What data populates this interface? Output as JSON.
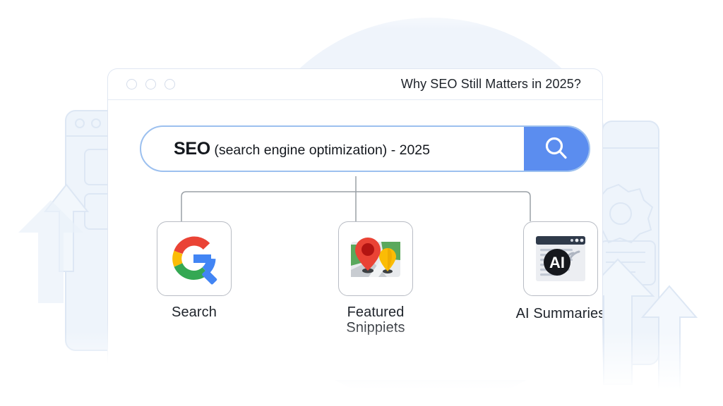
{
  "window": {
    "title": "Why SEO Still Matters in 2025?",
    "traffic_lights": [
      "window-dot-1",
      "window-dot-2",
      "window-dot-3"
    ]
  },
  "search": {
    "keyword": "SEO",
    "qualifier": "(search engine optimization) - 2025",
    "full_value": "SEO (search engine optimization) - 2025",
    "placeholder": "Search",
    "button_icon": "search-icon",
    "button_color": "#5b8def",
    "border_color": "#9cc0ef"
  },
  "nodes": [
    {
      "id": "search",
      "label": "Search",
      "icon": "google-g-icon"
    },
    {
      "id": "snippets",
      "label": "Featured\nSnippiets",
      "label_line1": "Featured",
      "label_line2": "Snippiets",
      "icon": "map-pins-icon"
    },
    {
      "id": "ai",
      "label": "AI Summaries",
      "icon": "ai-summary-icon"
    }
  ],
  "ai_icon": {
    "badge_text": "AI"
  },
  "colors": {
    "google_red": "#ea4335",
    "google_yellow": "#fbbc05",
    "google_green": "#34a853",
    "google_blue": "#4285f4",
    "accent_blue": "#5b8def",
    "frame_border": "#dfe6f2",
    "card_border": "#b8bcc4",
    "connector": "#9aa0a6",
    "text_primary": "#1d2229",
    "bg_decor": "#e8eff8"
  }
}
